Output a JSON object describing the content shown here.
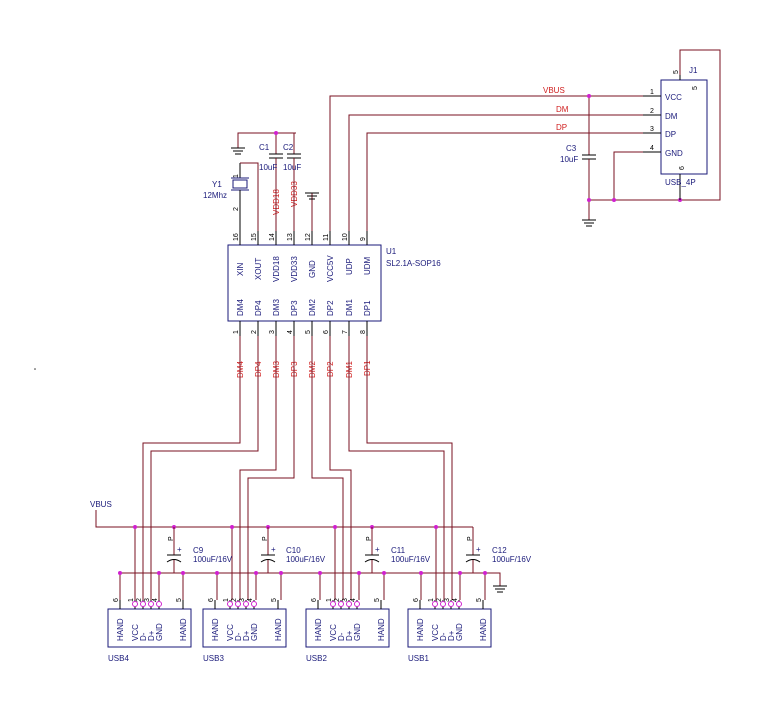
{
  "u1": {
    "ref": "U1",
    "part": "SL2.1A-SOP16",
    "top_pins": [
      {
        "num": "16",
        "name": "XIN"
      },
      {
        "num": "15",
        "name": "XOUT"
      },
      {
        "num": "14",
        "name": "VDD18"
      },
      {
        "num": "13",
        "name": "VDD33"
      },
      {
        "num": "12",
        "name": "GND"
      },
      {
        "num": "11",
        "name": "VCC5V"
      },
      {
        "num": "10",
        "name": "UDP"
      },
      {
        "num": "9",
        "name": "UDM"
      }
    ],
    "bottom_pins": [
      {
        "num": "1",
        "name": "DM4"
      },
      {
        "num": "2",
        "name": "DP4"
      },
      {
        "num": "3",
        "name": "DM3"
      },
      {
        "num": "4",
        "name": "DP3"
      },
      {
        "num": "5",
        "name": "DM2"
      },
      {
        "num": "6",
        "name": "DP2"
      },
      {
        "num": "7",
        "name": "DM1"
      },
      {
        "num": "8",
        "name": "DP1"
      }
    ],
    "top_net_labels": [
      "VDD18",
      "VDD33"
    ],
    "bottom_net_labels": [
      "DM4",
      "DP4",
      "DM3",
      "DP3",
      "DM2",
      "DP2",
      "DM1",
      "DP1"
    ]
  },
  "j1": {
    "ref": "J1",
    "part": "USB_4P",
    "pins": [
      {
        "num": "1",
        "name": "VCC",
        "net": "VBUS"
      },
      {
        "num": "2",
        "name": "DM",
        "net": "DM"
      },
      {
        "num": "3",
        "name": "DP",
        "net": "DP"
      },
      {
        "num": "4",
        "name": "GND",
        "net": ""
      }
    ],
    "shield_pins": [
      "5",
      "6"
    ]
  },
  "crystal": {
    "ref": "Y1",
    "value": "12Mhz",
    "pins": [
      "1",
      "2"
    ]
  },
  "caps": {
    "c1": {
      "ref": "C1",
      "value": "10uF"
    },
    "c2": {
      "ref": "C2",
      "value": "10uF"
    },
    "c3": {
      "ref": "C3",
      "value": "10uF"
    },
    "c9": {
      "ref": "C9",
      "value": "100uF/16V"
    },
    "c10": {
      "ref": "C10",
      "value": "100uF/16V"
    },
    "c11": {
      "ref": "C11",
      "value": "100uF/16V"
    },
    "c12": {
      "ref": "C12",
      "value": "100uF/16V"
    }
  },
  "vbus_label": "VBUS",
  "polarity": {
    "plus": "+",
    "p": "P"
  },
  "ports": [
    {
      "ref": "USB4"
    },
    {
      "ref": "USB3"
    },
    {
      "ref": "USB2"
    },
    {
      "ref": "USB1"
    }
  ],
  "port_pins": {
    "pins": [
      {
        "num": "6",
        "name": "HAND"
      },
      {
        "num": "1",
        "name": "VCC"
      },
      {
        "num": "2",
        "name": "D-"
      },
      {
        "num": "3",
        "name": "D+"
      },
      {
        "num": "4",
        "name": "GND"
      },
      {
        "num": "5",
        "name": "HAND"
      }
    ]
  },
  "colors": {
    "wire": "#7a1020",
    "part": "#1a1a7a",
    "net_label": "#d02020",
    "junction": "#d020d0"
  }
}
